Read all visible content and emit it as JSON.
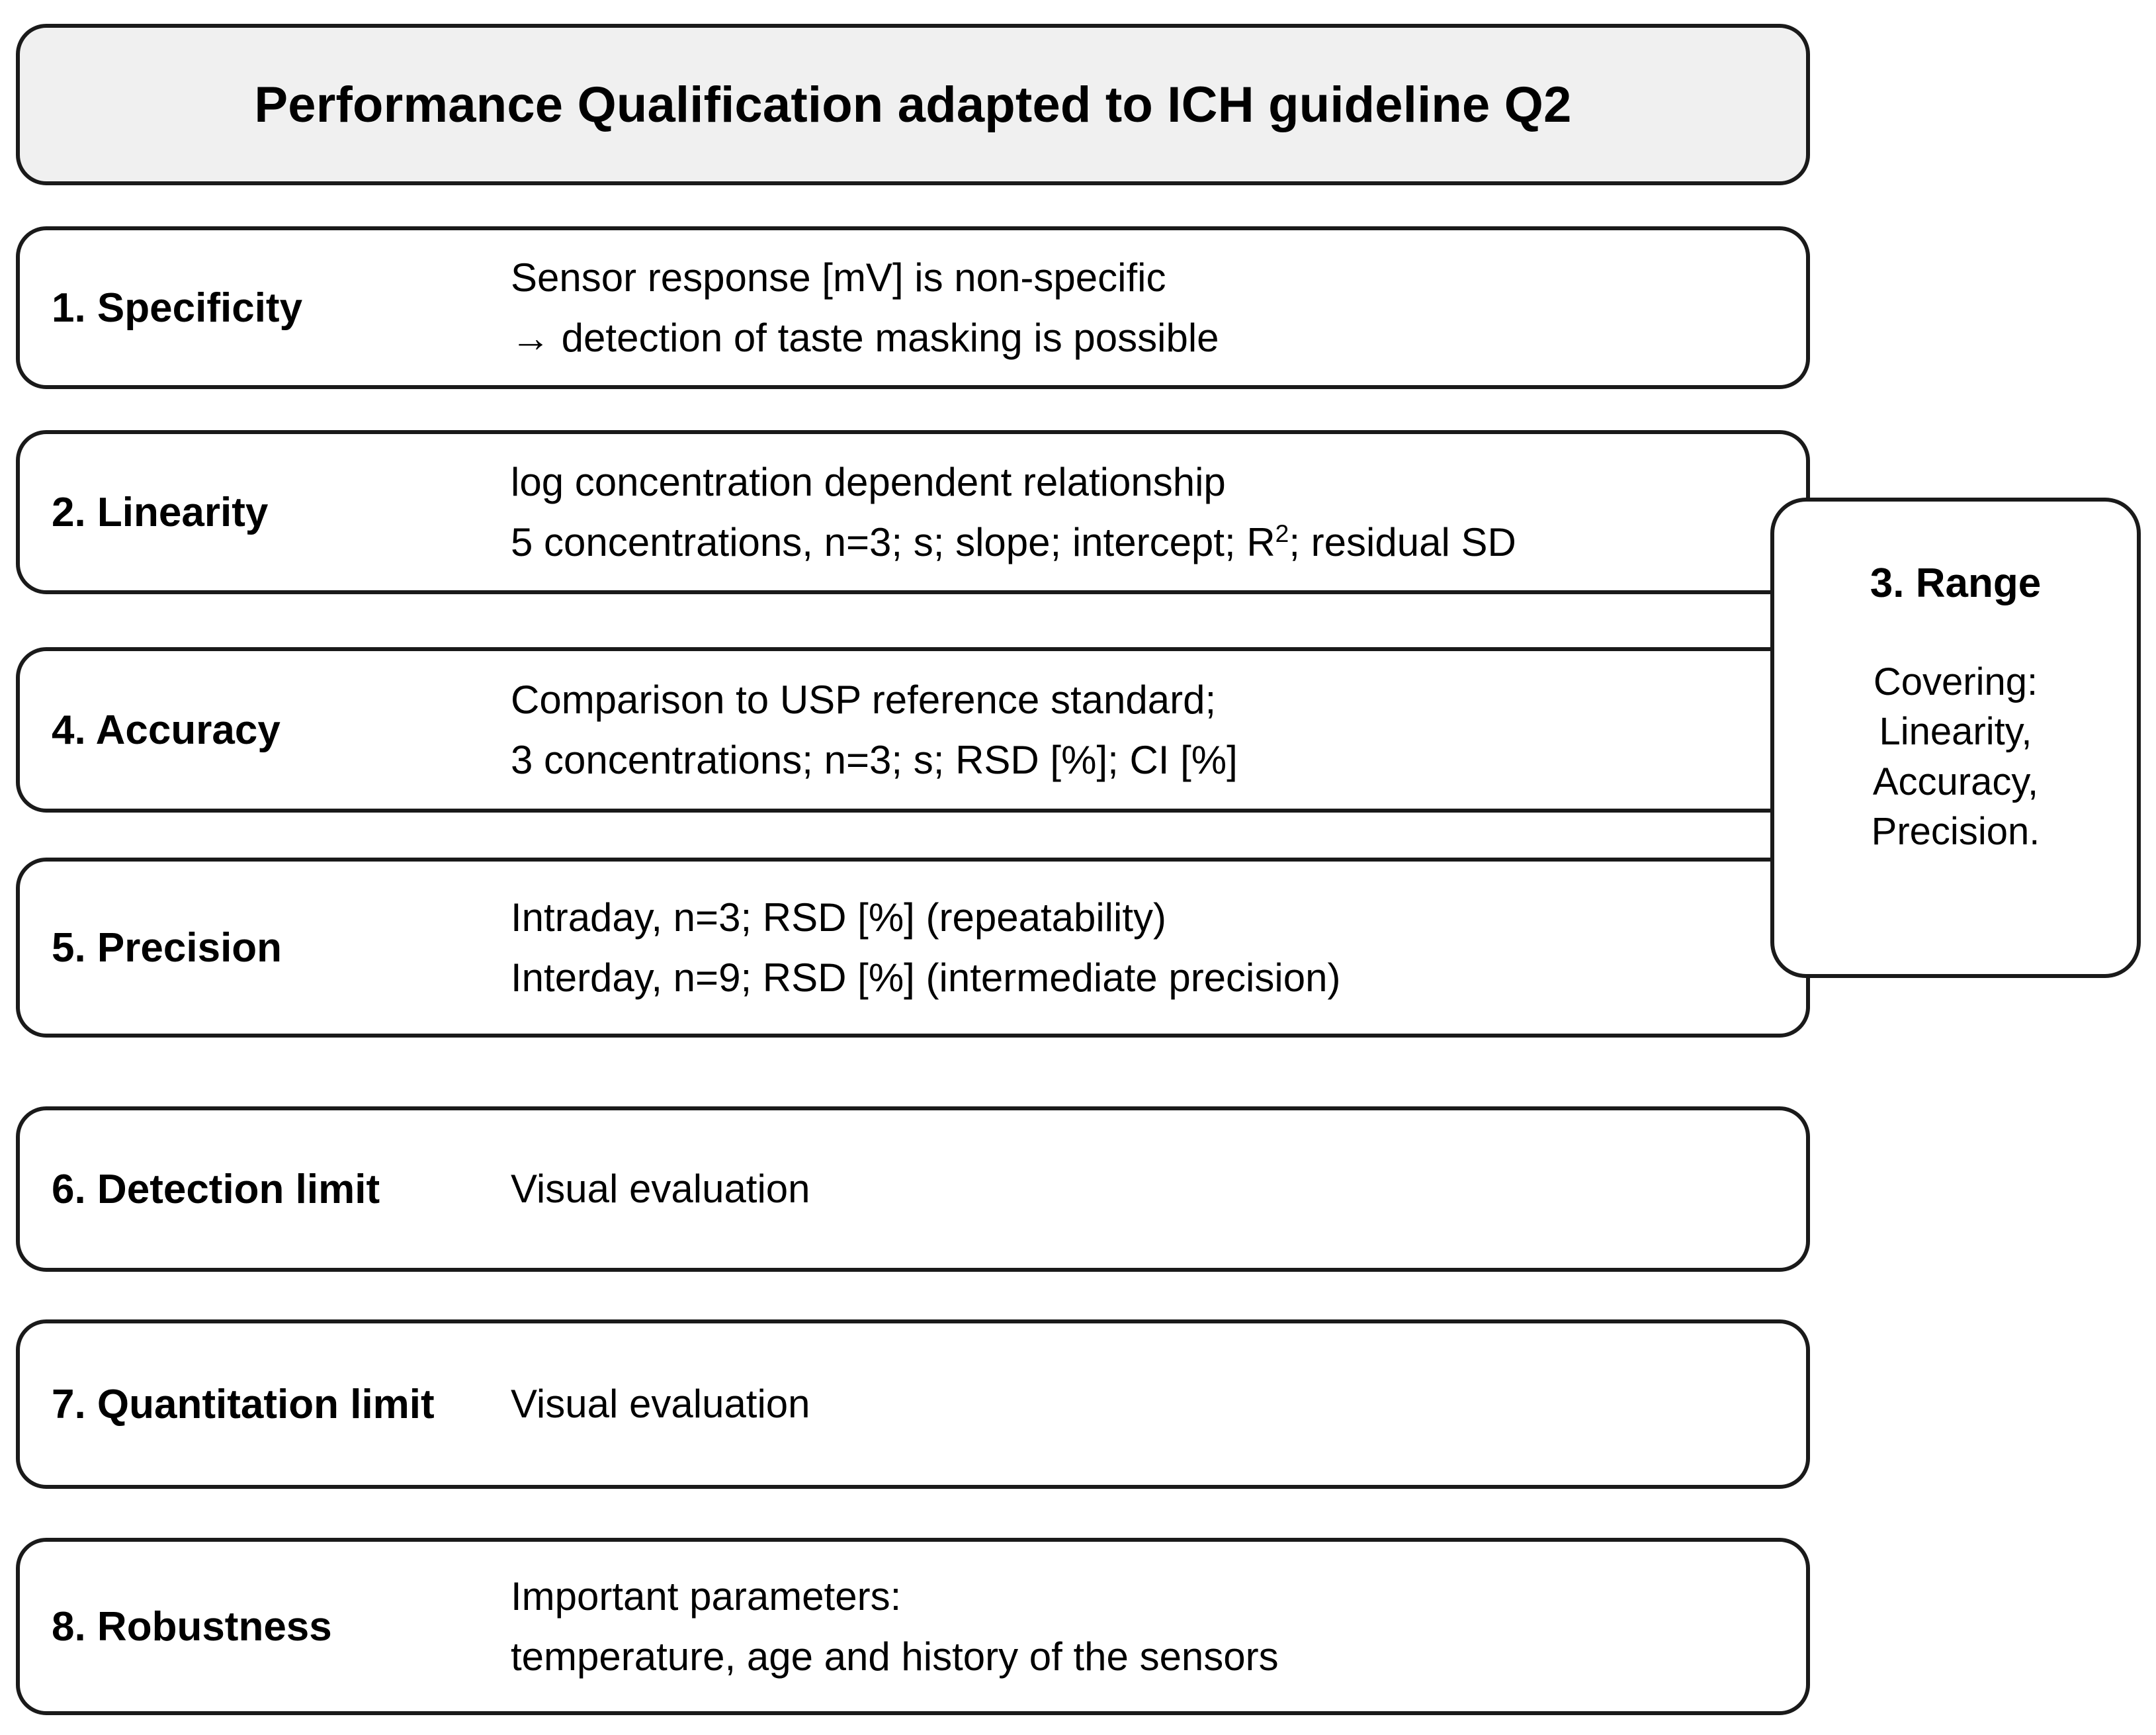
{
  "diagram": {
    "title": "Performance Qualification adapted to ICH guideline Q2",
    "rows": [
      {
        "id": "specificity",
        "label": "1. Specificity",
        "lines": [
          "Sensor response [mV] is non-specific",
          "→ detection of taste masking is possible"
        ]
      },
      {
        "id": "linearity",
        "label": "2. Linearity",
        "lines": [
          "log concentration dependent relationship",
          "5 concentrations, n=3; s; slope; intercept; R²; residual SD"
        ],
        "line2_pre": "5 concentrations, n=3; s; slope; intercept; R",
        "line2_sup": "2",
        "line2_post": "; residual SD"
      },
      {
        "id": "accuracy",
        "label": "4. Accuracy",
        "lines": [
          "Comparison to USP reference standard;",
          "3 concentrations; n=3; s; RSD [%]; CI [%]"
        ]
      },
      {
        "id": "precision",
        "label": "5. Precision",
        "lines": [
          "Intraday, n=3; RSD [%] (repeatability)",
          "Interday, n=9; RSD [%] (intermediate precision)"
        ]
      },
      {
        "id": "detection-limit",
        "label": "6. Detection limit",
        "lines": [
          "Visual evaluation"
        ]
      },
      {
        "id": "quantitation-limit",
        "label": "7. Quantitation limit",
        "lines": [
          "Visual evaluation"
        ]
      },
      {
        "id": "robustness",
        "label": "8. Robustness",
        "lines": [
          "Important parameters:",
          "temperature, age and history of the sensors"
        ]
      }
    ],
    "range_callout": {
      "title": "3. Range",
      "lines": [
        "Covering:",
        "Linearity,",
        "Accuracy,",
        "Precision."
      ]
    },
    "colors": {
      "stroke": "#1a1a1a",
      "title_fill": "#f0f0f0",
      "box_fill": "#ffffff",
      "text": "#000000"
    }
  }
}
